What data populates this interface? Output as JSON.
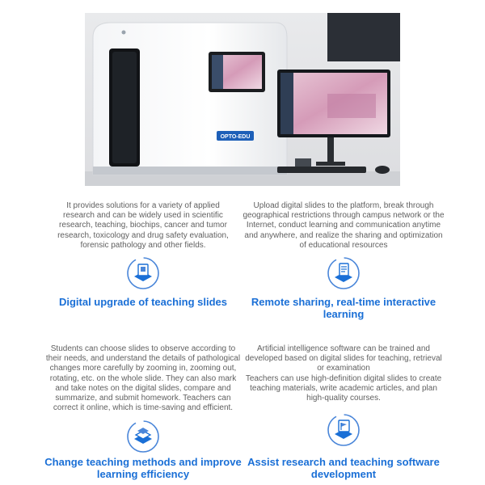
{
  "hero": {
    "brand_label": "OPTO-EDU"
  },
  "features": [
    {
      "description": "It provides solutions for a variety of applied research and can be widely used in scientific research, teaching, biochips, cancer and tumor research, toxicology and drug safety evaluation, forensic pathology and other fields.",
      "title": "Digital upgrade of teaching slides",
      "icon": "slide-upload-icon"
    },
    {
      "description": "Upload digital slides to the platform, break through geographical restrictions through campus network or the Internet, conduct learning and communication anytime and anywhere, and realize the sharing and optimization of educational resources",
      "title": "Remote sharing, real-time interactive learning",
      "icon": "document-stack-icon"
    },
    {
      "description": "Students can choose slides to observe according to their needs, and understand the details of pathological changes more carefully by zooming in, zooming out, rotating, etc. on the whole slide. They can also mark and take notes on the digital slides, compare and summarize, and submit homework. Teachers can correct it online, which is time-saving and efficient.",
      "title": "Change teaching methods and improve learning efficiency",
      "icon": "layers-icon"
    },
    {
      "description": "Artificial intelligence software can be trained and developed based on digital slides for teaching, retrieval or examination\nTeachers can use high-definition digital slides to create teaching materials, write academic articles, and plan high-quality courses.",
      "title": "Assist research and teaching software development",
      "icon": "flag-stack-icon"
    }
  ],
  "colors": {
    "accent": "#1a6fd6",
    "icon_ring": "#4a86d9",
    "text": "#606060"
  }
}
